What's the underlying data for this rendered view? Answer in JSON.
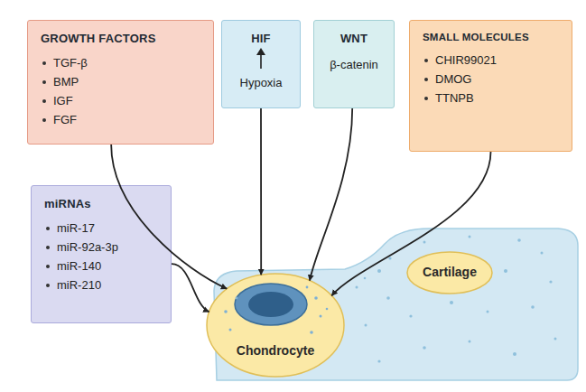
{
  "diagram": {
    "nodes": [
      {
        "text": [
          "GROWTH FACTORS",
          "TGF-β",
          "BMP",
          "IGF",
          "FGF"
        ]
      },
      {
        "text": [
          "HIF",
          "Hypoxia"
        ]
      },
      {
        "text": [
          "WNT",
          "β-catenin"
        ]
      },
      {
        "text": [
          "SMALL MOLECULES",
          "CHIR99021",
          "DMOG",
          "TTNPB"
        ]
      },
      {
        "text": [
          "miRNAs",
          "miR-17",
          "miR-92a-3p",
          "miR-140",
          "miR-210"
        ]
      },
      {
        "text": [
          "Chondrocyte"
        ]
      },
      {
        "text": [
          "Cartilage"
        ]
      }
    ],
    "edges": [
      {
        "from": 0,
        "to": 5,
        "arrow": "to"
      },
      {
        "from": 1,
        "to": 5,
        "arrow": "to"
      },
      {
        "from": 2,
        "to": 5,
        "arrow": "to"
      },
      {
        "from": 3,
        "to": 5,
        "arrow": "to"
      },
      {
        "from": 4,
        "to": 5,
        "arrow": "to"
      }
    ]
  }
}
